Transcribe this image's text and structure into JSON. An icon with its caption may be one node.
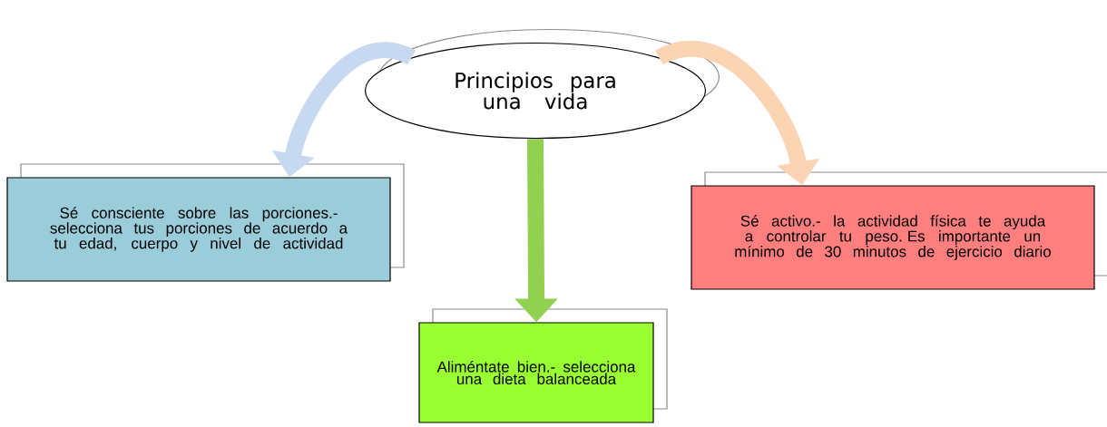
{
  "diagram": {
    "nodes": [
      {
        "text": [
          "Principios para una vida"
        ]
      },
      {
        "text": [
          "Sé consciente sobre las porciones.- selecciona tus porciones de acuerdo a tu edad, cuerpo y nivel de actividad"
        ]
      },
      {
        "text": [
          "Sé activo.- la actividad física te ayuda a controlar tu peso. Es importante un mínimo de 30 minutos de ejercicio diario"
        ]
      },
      {
        "text": [
          "Aliméntate bien.- selecciona una dieta balanceada"
        ]
      }
    ],
    "edges": [
      {
        "from": 0,
        "to": 1,
        "arrow": "to",
        "color": "#c6d9f1"
      },
      {
        "from": 0,
        "to": 2,
        "arrow": "to",
        "color": "#fbd4b4"
      },
      {
        "from": 0,
        "to": 3,
        "arrow": "to",
        "color": "#92d050"
      }
    ]
  }
}
